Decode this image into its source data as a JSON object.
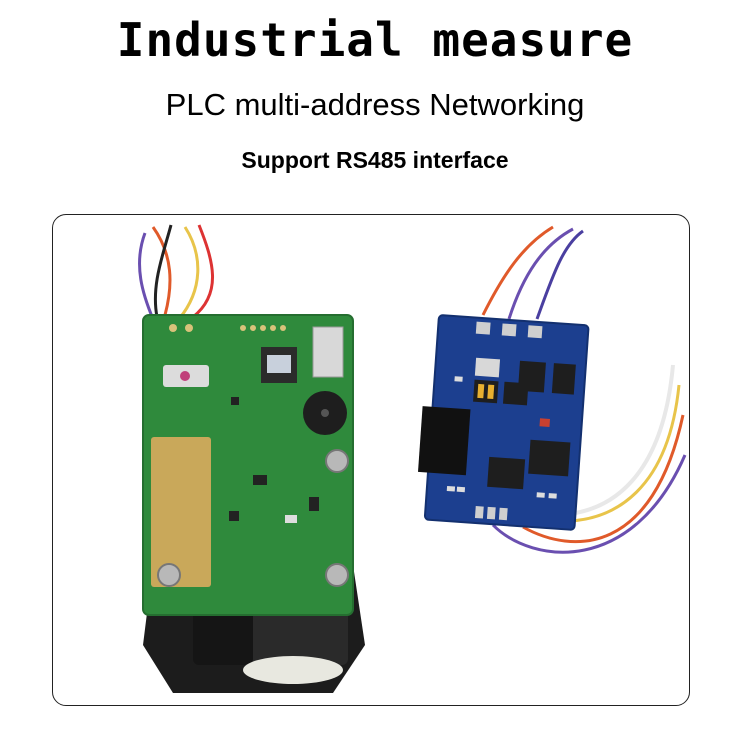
{
  "header": {
    "title": "Industrial measure",
    "subtitle": "PLC multi-address Networking",
    "tagline": "Support RS485 interface"
  },
  "photo": {
    "icons": [
      "laser-rangefinder-module-icon",
      "rs485-converter-board-icon"
    ],
    "colors": {
      "module_pcb": "#2f8a3c",
      "converter_pcb": "#1c3f8f",
      "gold_pad": "#c9a85a",
      "housing": "#1c1c1c"
    }
  }
}
